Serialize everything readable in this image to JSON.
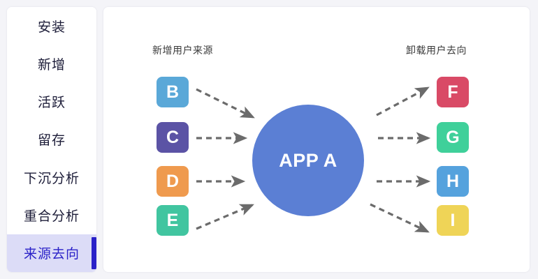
{
  "theme": {
    "page_background": "#f4f4f8",
    "card_background": "#ffffff",
    "accent": "#2a21c8",
    "active_row_background": "#dcdcf7",
    "hub_color": "#5b7fd4",
    "arrow_color": "#6b6b6b",
    "label_color": "#3a3a3a"
  },
  "sidebar": {
    "items": [
      {
        "label": "安装",
        "active": false
      },
      {
        "label": "新增",
        "active": false
      },
      {
        "label": "活跃",
        "active": false
      },
      {
        "label": "留存",
        "active": false
      },
      {
        "label": "下沉分析",
        "active": false
      },
      {
        "label": "重合分析",
        "active": false
      },
      {
        "label": "来源去向",
        "active": true
      }
    ]
  },
  "diagram": {
    "left_title": "新增用户来源",
    "right_title": "卸载用户去向",
    "hub": {
      "label": "APP A",
      "color": "#5b7fd4"
    },
    "sources": [
      {
        "label": "B",
        "color": "#5aa8d8"
      },
      {
        "label": "C",
        "color": "#5b53a5"
      },
      {
        "label": "D",
        "color": "#ef9a4e"
      },
      {
        "label": "E",
        "color": "#41c5a0"
      }
    ],
    "destinations": [
      {
        "label": "F",
        "color": "#d94a66"
      },
      {
        "label": "G",
        "color": "#3fd09a"
      },
      {
        "label": "H",
        "color": "#55a2dd"
      },
      {
        "label": "I",
        "color": "#efd457"
      }
    ],
    "arrow_style": "dashed",
    "arrow_color": "#6b6b6b"
  }
}
